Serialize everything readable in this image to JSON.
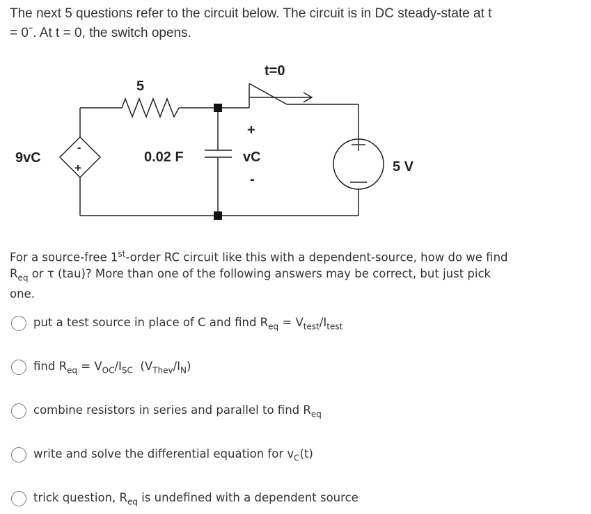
{
  "intro": {
    "line1": "The next 5 questions refer to the circuit below.  The circuit is in DC steady-state at t",
    "line2": "= 0ˉ.  At t = 0, the switch opens."
  },
  "circuit": {
    "resistor_label": "5",
    "capacitor_label": "0.02 F",
    "switch_label": "t=0",
    "dependent_source_label": "9vC",
    "dep_minus": "-",
    "dep_plus": "+",
    "vc_label": "vC",
    "vc_plus": "+",
    "vc_minus": "-",
    "voltage_source_label": "5 V"
  },
  "question": {
    "line1_a": "For a source-free 1",
    "line1_sup": "st",
    "line1_b": "-order RC circuit like this with a dependent-source, how do we find",
    "line2_a": "R",
    "line2_sub": "eq",
    "line2_b": " or τ (tau)?  More than one of the following answers may be correct, but just pick",
    "line3": "one."
  },
  "options": {
    "o1": {
      "a": "put a test source in place of C and find R",
      "a_sub": "eq",
      "b": " = V",
      "b_sub": "test",
      "c": "/I",
      "c_sub": "test"
    },
    "o2": {
      "a": "find R",
      "a_sub": "eq",
      "b": " = V",
      "b_sub": "OC",
      "c": "/I",
      "c_sub": "SC",
      "d": "  (V",
      "d_sub": "Thev",
      "e": "/I",
      "e_sub": "N",
      "f": ")"
    },
    "o3": {
      "a": "combine resistors in series and parallel to find R",
      "a_sub": "eq"
    },
    "o4": {
      "a": "write and solve the differential equation for v",
      "a_sub": "C",
      "b": "(t)"
    },
    "o5": {
      "a": "trick question, R",
      "a_sub": "eq",
      "b": " is undefined with a dependent source"
    }
  }
}
